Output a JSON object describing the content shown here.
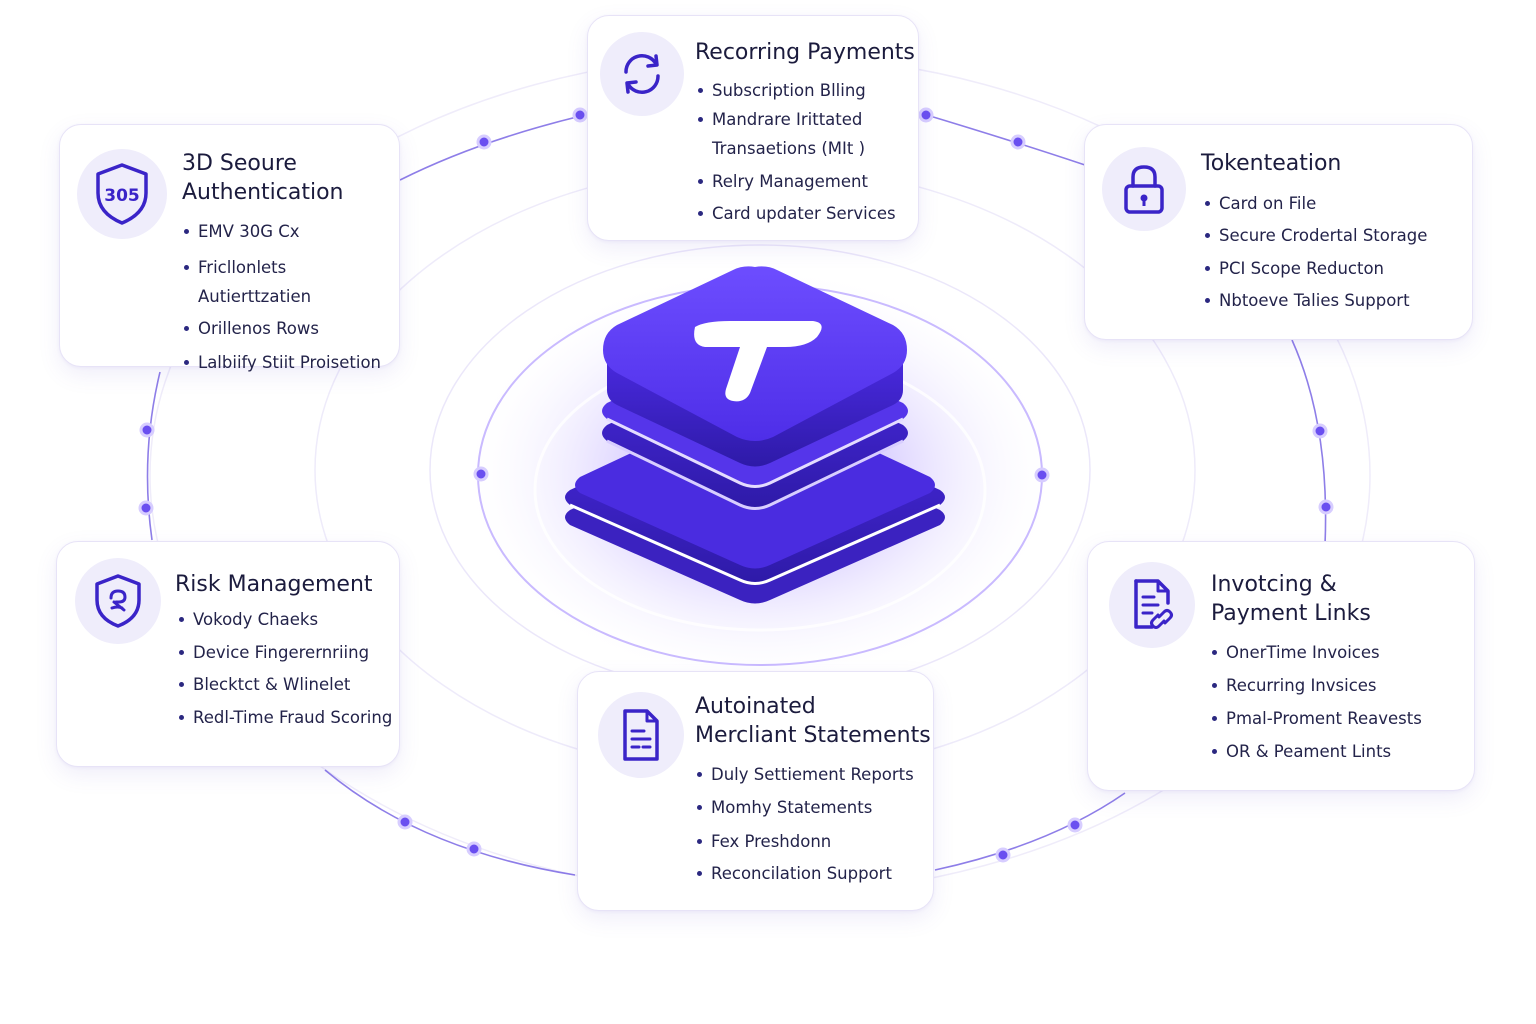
{
  "colors": {
    "accent": "#5b3ff0",
    "accent_dark": "#3a24c8",
    "connector": "#6a55e0",
    "card_border": "#e7e3f7",
    "icon_bg": "#efedfb"
  },
  "center": {
    "logo_letter": "T",
    "logo_icon": "stacked-layers-cube-icon"
  },
  "cards": {
    "recurring": {
      "icon": "refresh-cycle-icon",
      "title": "Recorring Payments",
      "items": [
        "Subscription Blling",
        "Mandrare Irittated\nTransaetions (MIt )",
        "Relry Management",
        "Card updater Services"
      ]
    },
    "secure3d": {
      "icon": "shield-305-icon",
      "icon_text": "305",
      "title": "3D Seoure\nAuthentication",
      "items": [
        "EMV 30G Cx",
        "Fricllonlets Autierttzatien",
        "Orillenos Rows",
        "Lalbiify Stiit Proisetion"
      ]
    },
    "token": {
      "icon": "padlock-icon",
      "title": "Tokenteation",
      "items": [
        "Card on File",
        "Secure Crodertal Storage",
        "PCI Scope Reducton",
        "Nbtoeve Talies Support"
      ]
    },
    "risk": {
      "icon": "shield-risk-icon",
      "title": "Risk Management",
      "items": [
        "Vokody Chaeks",
        "Device Fingerernriing",
        "Blecktct & Wlinelet",
        "Redl-Time Fraud Scoring"
      ]
    },
    "invoicing": {
      "icon": "invoice-link-icon",
      "title": "Invotcing &\nPayment Links",
      "items": [
        "OnerTime Invoices",
        "Recurring Invsices",
        "Pmal-Proment Reavests",
        "OR & Peament Lints"
      ]
    },
    "statements": {
      "icon": "document-statement-icon",
      "title": "Autoinated\nMercliant Statements",
      "items": [
        "Duly Settiement Reports",
        "Momhy Statements",
        "Fex Preshdonn",
        "Reconcilation Support"
      ]
    }
  }
}
